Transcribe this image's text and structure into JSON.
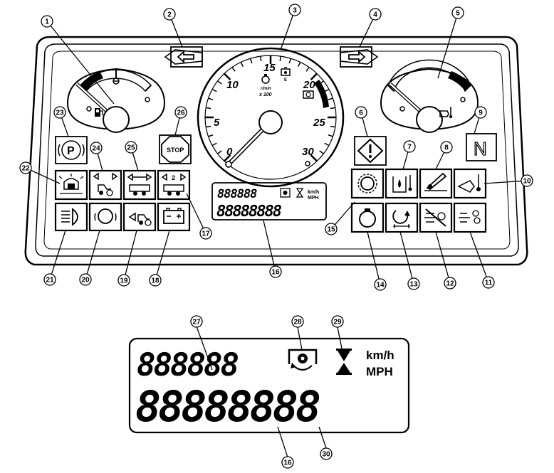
{
  "callouts": [
    "1",
    "2",
    "3",
    "4",
    "5",
    "6",
    "7",
    "8",
    "9",
    "10",
    "11",
    "12",
    "13",
    "14",
    "15",
    "16",
    "17",
    "18",
    "19",
    "20",
    "21",
    "22",
    "23",
    "24",
    "25",
    "26",
    "27",
    "28",
    "29",
    "30"
  ],
  "tachometer": {
    "scale_labels": [
      "0",
      "5",
      "10",
      "15",
      "20",
      "25",
      "30"
    ],
    "unit_line1": "r/min",
    "unit_line2": "x 100"
  },
  "indicators": {
    "neutral_letter": "N",
    "stop_text": "STOP",
    "parking_letter": "P",
    "trailer2_num": "2"
  },
  "small_display": {
    "top_digits": "888888",
    "bottom_digits": "88888888",
    "unit_kmh": "km/h",
    "unit_mph": "MPH"
  },
  "large_display": {
    "top_digits": "888888",
    "bottom_digits": "88888888",
    "unit_kmh": "km/h",
    "unit_mph": "MPH"
  }
}
